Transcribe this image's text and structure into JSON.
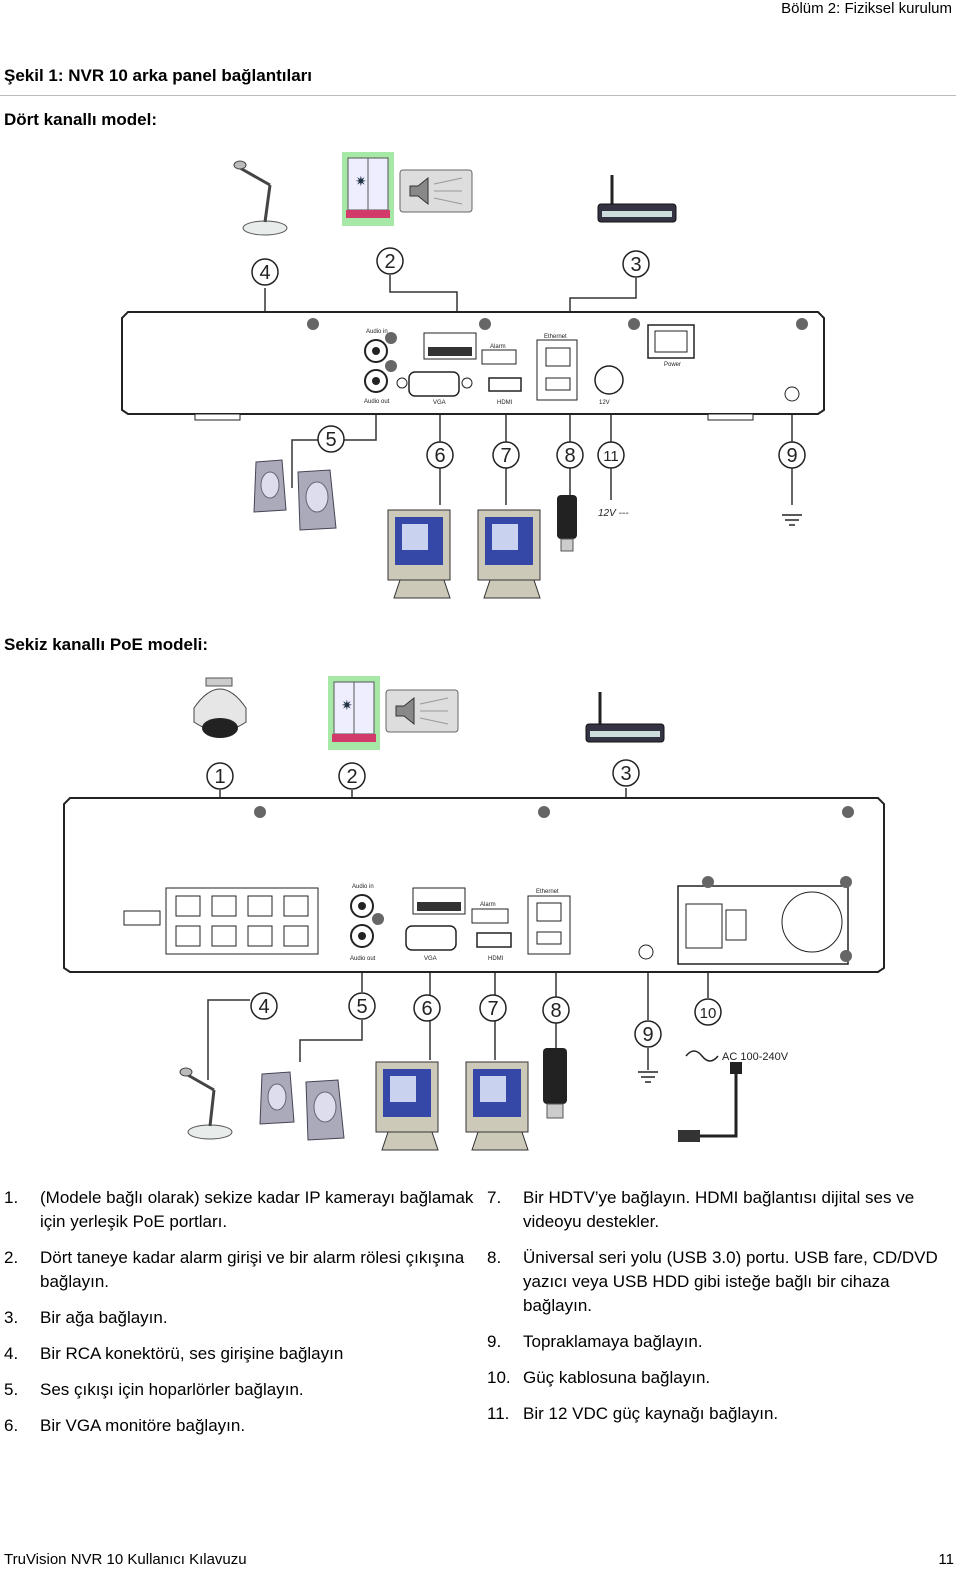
{
  "header": {
    "chapter": "Bölüm 2: Fiziksel kurulum"
  },
  "figure": {
    "title": "Şekil 1: NVR 10 arka panel bağlantıları"
  },
  "model_four": {
    "heading": "Dört kanallı model:",
    "callouts": [
      "4",
      "2",
      "3",
      "5",
      "6",
      "7",
      "8",
      "11",
      "9"
    ],
    "port_labels": [
      "Audio in",
      "Audio out",
      "VGA",
      "HDMI",
      "Ethernet",
      "12V",
      "Power",
      "Alarm"
    ],
    "psu_label": "12V ---"
  },
  "model_eight": {
    "heading": "Sekiz kanallı PoE modeli:",
    "callouts": [
      "1",
      "2",
      "3",
      "4",
      "5",
      "6",
      "7",
      "8",
      "9",
      "10"
    ],
    "port_labels": [
      "Audio in",
      "Audio out",
      "VGA",
      "HDMI",
      "Ethernet",
      "Alarm"
    ],
    "ac_label": "AC 100-240V"
  },
  "list_left": [
    {
      "num": "1.",
      "text": "(Modele bağlı olarak) sekize kadar IP kamerayı bağlamak için yerleşik PoE portları."
    },
    {
      "num": "2.",
      "text": "Dört taneye kadar alarm girişi ve bir alarm rölesi çıkışına bağlayın."
    },
    {
      "num": "3.",
      "text": "Bir ağa bağlayın."
    },
    {
      "num": "4.",
      "text": "Bir RCA konektörü, ses girişine bağlayın"
    },
    {
      "num": "5.",
      "text": "Ses çıkışı için hoparlörler bağlayın."
    },
    {
      "num": "6.",
      "text": "Bir VGA monitöre bağlayın."
    }
  ],
  "list_right": [
    {
      "num": "7.",
      "text": "Bir HDTV’ye bağlayın. HDMI bağlantısı dijital ses ve videoyu destekler."
    },
    {
      "num": "8.",
      "text": "Üniversal seri yolu (USB 3.0) portu. USB fare, CD/DVD yazıcı veya USB HDD gibi isteğe bağlı bir cihaza bağlayın."
    },
    {
      "num": "9.",
      "text": "Topraklamaya bağlayın."
    },
    {
      "num": "10.",
      "text": "Güç kablosuna bağlayın."
    },
    {
      "num": "11.",
      "text": "Bir 12 VDC güç kaynağı bağlayın."
    }
  ],
  "footer": {
    "manual": "TruVision NVR 10 Kullanıcı Kılavuzu",
    "page": "11"
  }
}
